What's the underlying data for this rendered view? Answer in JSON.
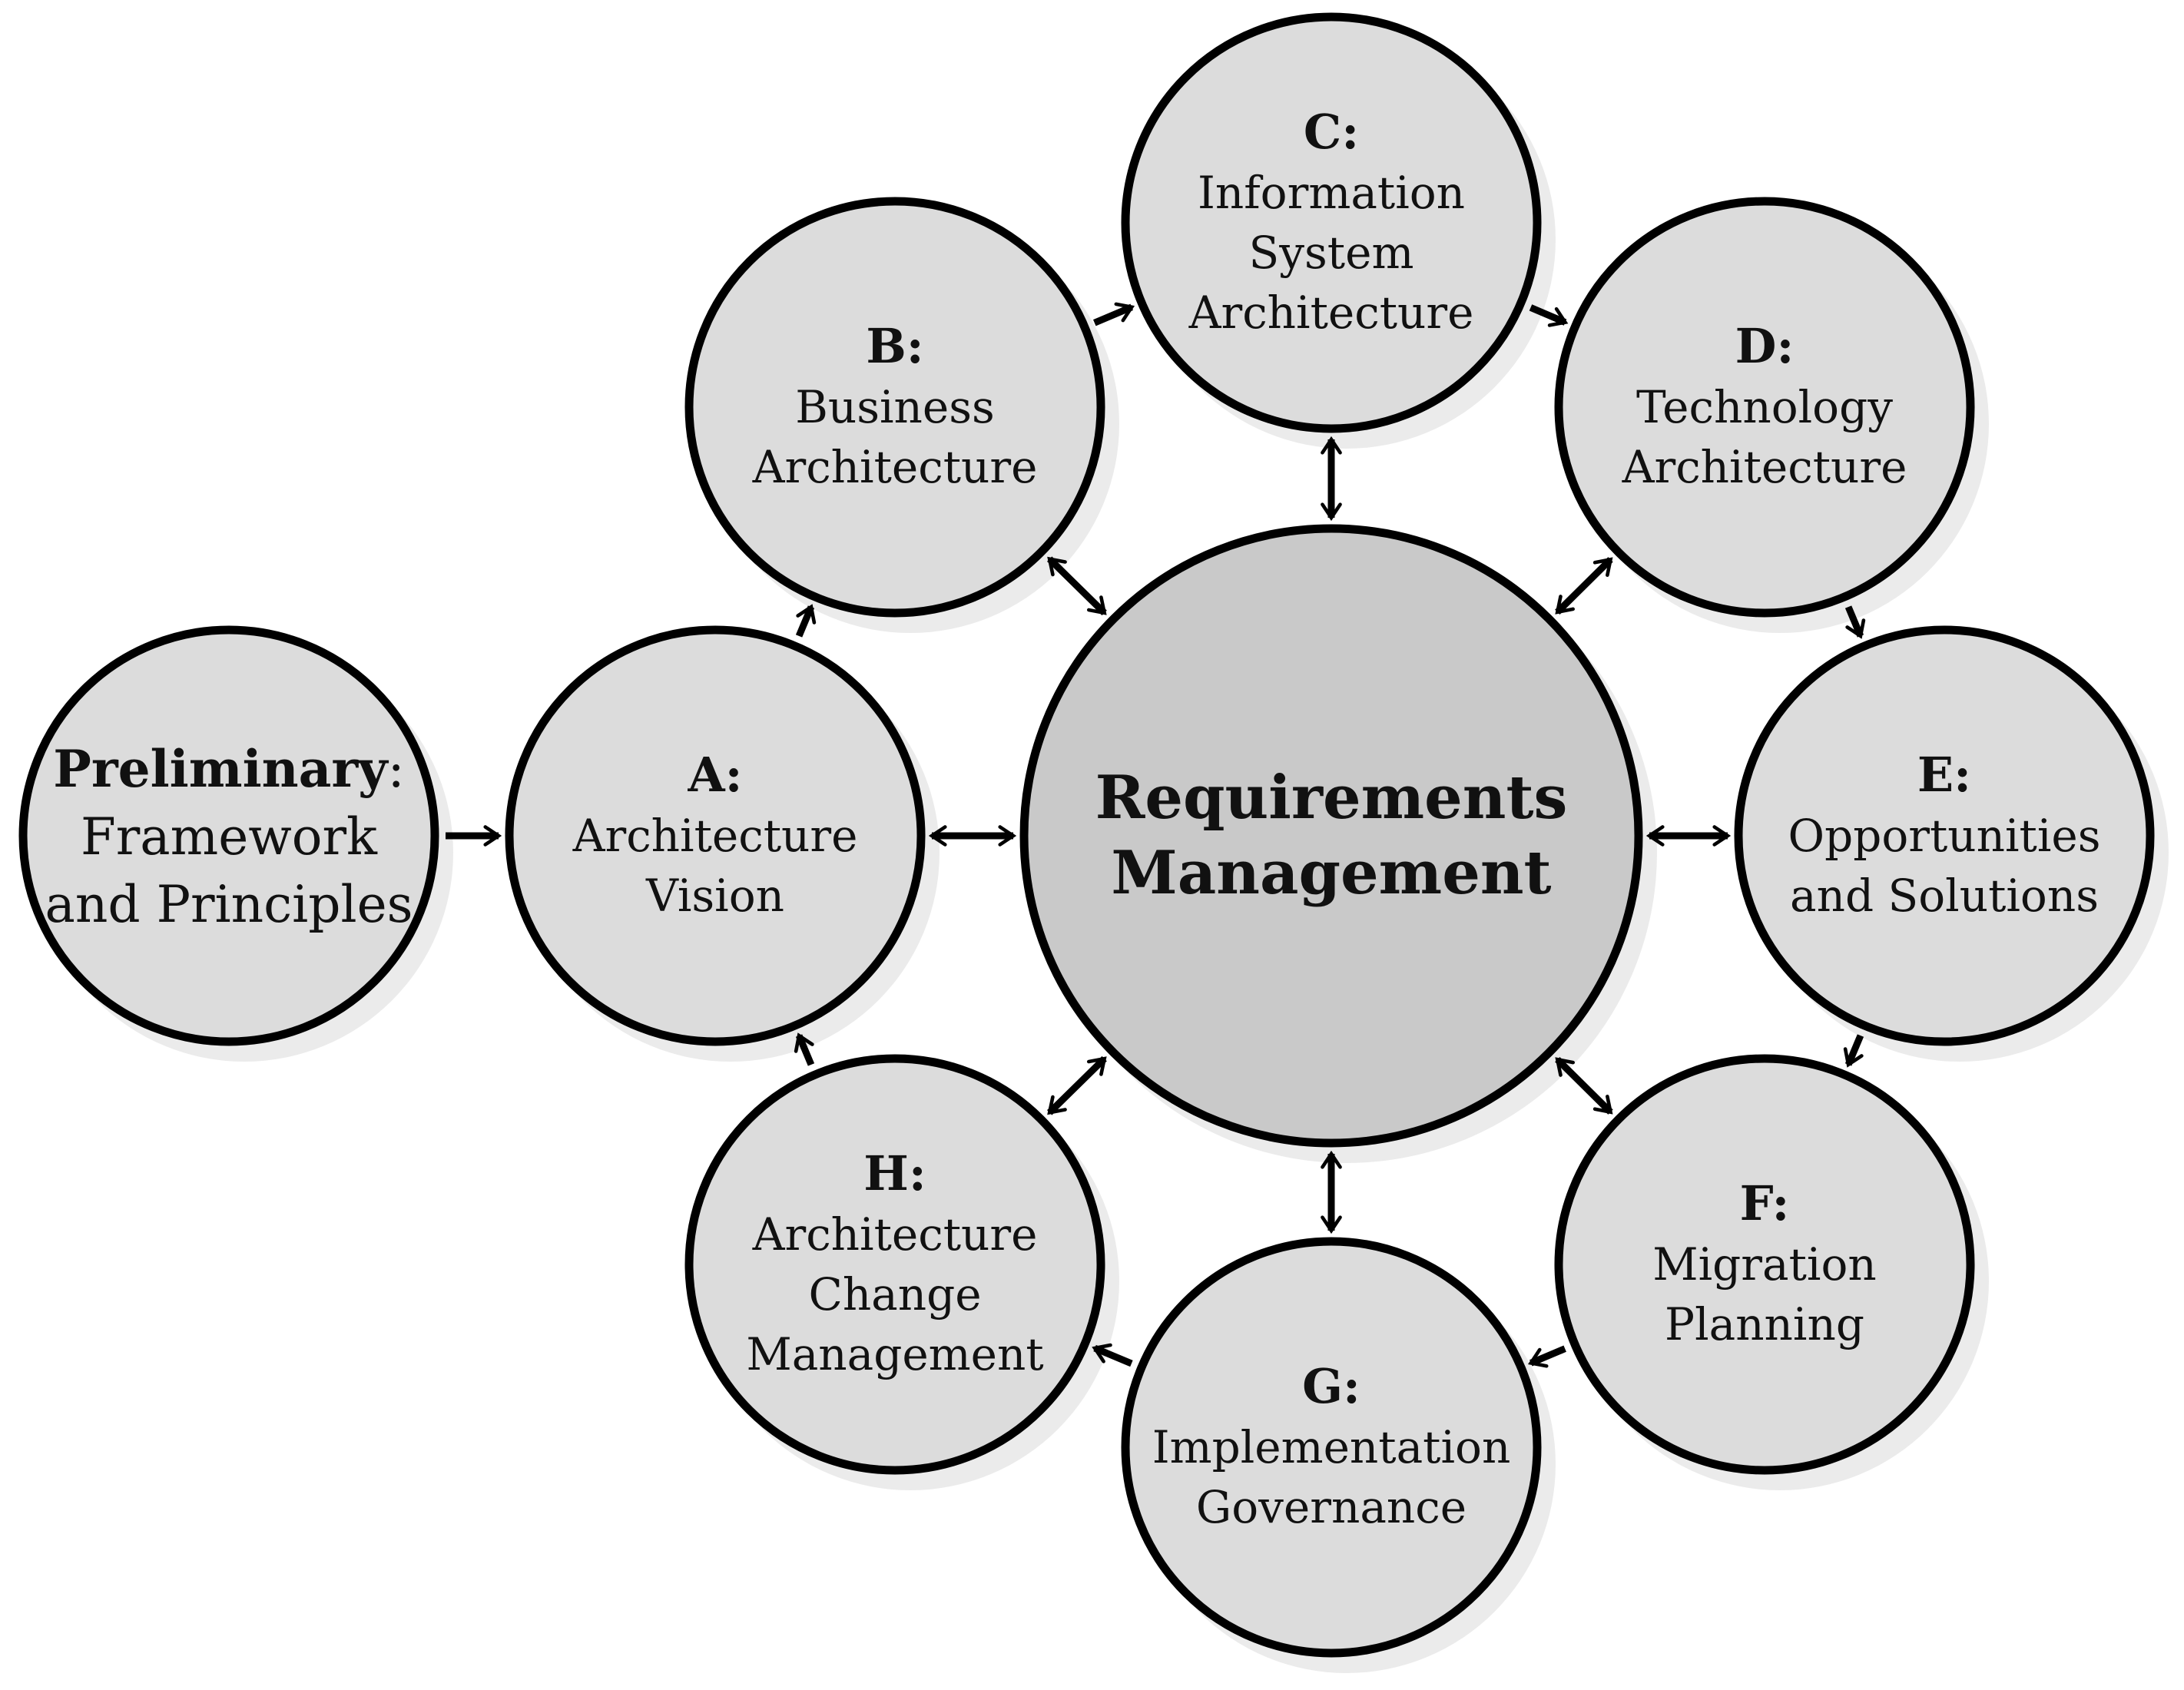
{
  "center": {
    "lines": [
      "Requirements",
      "Management"
    ]
  },
  "preliminary": {
    "bold": "Preliminary",
    "suffix": ":",
    "lines": [
      "Framework",
      "and Principles"
    ]
  },
  "phases": [
    {
      "id": "a",
      "code": "A:",
      "lines": [
        "Architecture",
        "Vision"
      ]
    },
    {
      "id": "b",
      "code": "B:",
      "lines": [
        "Business",
        "Architecture"
      ]
    },
    {
      "id": "c",
      "code": "C:",
      "lines": [
        "Information",
        "System",
        "Architecture"
      ]
    },
    {
      "id": "d",
      "code": "D:",
      "lines": [
        "Technology",
        "Architecture"
      ]
    },
    {
      "id": "e",
      "code": "E:",
      "lines": [
        "Opportunities",
        "and Solutions"
      ]
    },
    {
      "id": "f",
      "code": "F:",
      "lines": [
        "Migration",
        "Planning"
      ]
    },
    {
      "id": "g",
      "code": "G:",
      "lines": [
        "Implementation",
        "Governance"
      ]
    },
    {
      "id": "h",
      "code": "H:",
      "lines": [
        "Architecture",
        "Change",
        "Management"
      ]
    }
  ],
  "connections": [
    {
      "from": "pre",
      "to": "a",
      "type": "one-way"
    },
    {
      "from": "a",
      "to": "b",
      "type": "one-way"
    },
    {
      "from": "b",
      "to": "c",
      "type": "one-way"
    },
    {
      "from": "c",
      "to": "d",
      "type": "one-way"
    },
    {
      "from": "d",
      "to": "e",
      "type": "one-way"
    },
    {
      "from": "e",
      "to": "f",
      "type": "one-way"
    },
    {
      "from": "f",
      "to": "g",
      "type": "one-way"
    },
    {
      "from": "g",
      "to": "h",
      "type": "one-way"
    },
    {
      "from": "h",
      "to": "a",
      "type": "one-way"
    },
    {
      "from": "center",
      "to": "a",
      "type": "two-way"
    },
    {
      "from": "center",
      "to": "b",
      "type": "two-way"
    },
    {
      "from": "center",
      "to": "c",
      "type": "two-way"
    },
    {
      "from": "center",
      "to": "d",
      "type": "two-way"
    },
    {
      "from": "center",
      "to": "e",
      "type": "two-way"
    },
    {
      "from": "center",
      "to": "f",
      "type": "two-way"
    },
    {
      "from": "center",
      "to": "g",
      "type": "two-way"
    },
    {
      "from": "center",
      "to": "h",
      "type": "two-way"
    }
  ]
}
